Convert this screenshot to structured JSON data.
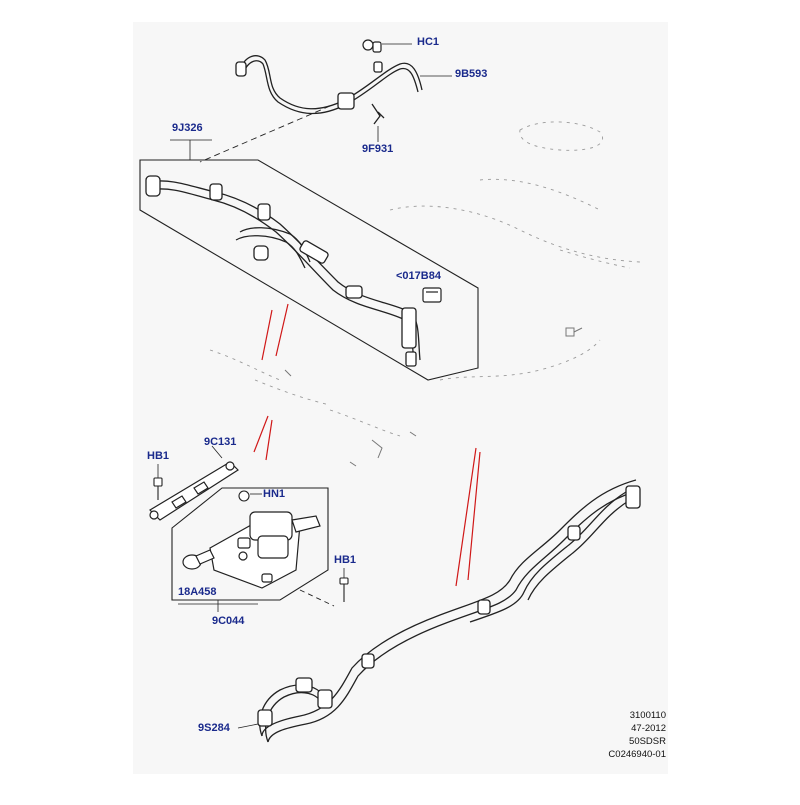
{
  "callouts": {
    "hc1": "HC1",
    "b593": "9B593",
    "j326": "9J326",
    "f931": "9F931",
    "b84": "<017B84",
    "hb1_left": "HB1",
    "c131": "9C131",
    "hn1": "HN1",
    "hb1_right": "HB1",
    "a458": "18A458",
    "c044": "9C044",
    "s284": "9S284"
  },
  "reference": {
    "line1": "3100110",
    "line2": "47-2012",
    "line3": "50SDSR",
    "line4": "C0246940-01"
  },
  "colors": {
    "callout_text": "#1a2a8c",
    "line_art": "#222222",
    "faded_art": "#9a9a9a",
    "red_marks": "#d01818",
    "panel_bg": "#f7f7f7"
  }
}
